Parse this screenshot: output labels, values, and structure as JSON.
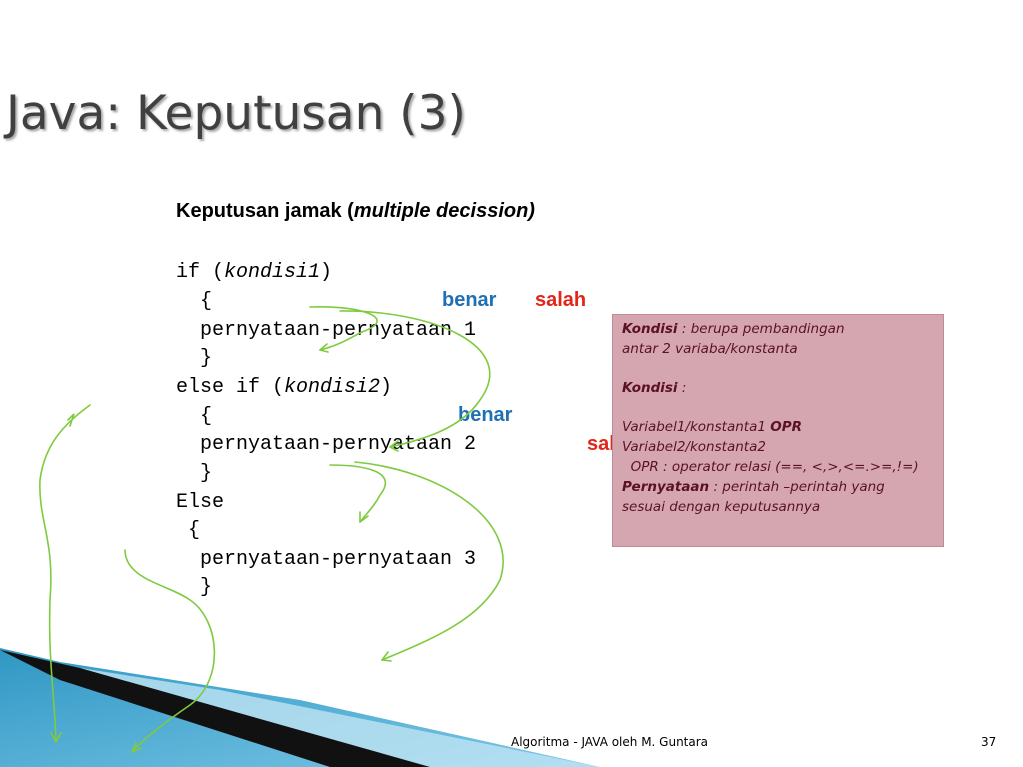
{
  "slide": {
    "title": "Java: Keputusan (3)",
    "subtitle_prefix": "Keputusan jamak (",
    "subtitle_italic": "multiple decission)",
    "code": {
      "line1_prefix": "if (",
      "line1_var": "kondisi1",
      "line1_suffix": ")",
      "line2": "  {",
      "line3": "  pernyataan-pernyataan 1",
      "line4": "  }",
      "line5_prefix": "else if (",
      "line5_var": "kondisi2",
      "line5_suffix": ")",
      "line6": "  {",
      "line7": "  pernyataan-pernyataan 2",
      "line8": "  }",
      "line9": "Else",
      "line10": " {",
      "line11": "  pernyataan-pernyataan 3",
      "line12": "  }"
    },
    "labels": {
      "benar1": "benar",
      "salah1": "salah",
      "benar2": "benar",
      "salah2_partial": "sal"
    },
    "info_box": {
      "kondisi_label1": "Kondisi",
      "kondisi_text1": " :  berupa  pembandingan",
      "kondisi_text1b": "antar 2 variaba/konstanta",
      "kondisi_label2": "Kondisi",
      "kondisi_text2": " :",
      "formula_line1_prefix": "Variabel1/konstanta1  ",
      "formula_line1_opr": "OPR",
      "formula_line2": "Variabel2/konstanta2",
      "opr_desc": "  OPR : operator relasi (==, <,>,<=.>=,!=)",
      "pernyataan_label": "Pernyataan",
      "pernyataan_text": " : perintah –perintah yang",
      "pernyataan_text2": "sesuai dengan  keputusannya"
    },
    "footer": {
      "course": "Algoritma - JAVA oleh M. Guntara",
      "page_number": "37"
    },
    "colors": {
      "title": "#404040",
      "benar": "#1f6fb5",
      "salah": "#e32619",
      "info_box_bg": "#d5a6b0",
      "info_box_text": "#5a1126",
      "annotation_lines": "#7ecb3f",
      "corner_blue": "#2f97c4"
    }
  }
}
